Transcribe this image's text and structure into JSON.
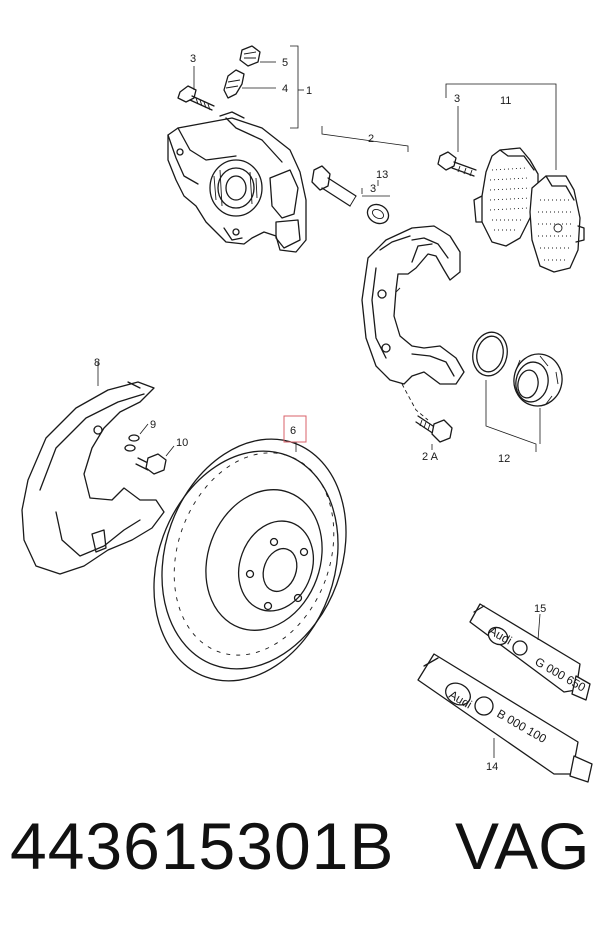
{
  "callouts": {
    "c1": "1",
    "c2": "2",
    "c2a": "2 A",
    "c3a": "3",
    "c3b": "3",
    "c3c": "3",
    "c4": "4",
    "c5": "5",
    "c6": "6",
    "c8": "8",
    "c9": "9",
    "c10": "10",
    "c11": "11",
    "c12": "12",
    "c13": "13",
    "c14": "14",
    "c15": "15"
  },
  "tubes": {
    "top_brand": "Audi",
    "top_code": "G 000 650",
    "bottom_brand": "Audi",
    "bottom_code": "B 000 100"
  },
  "footer": {
    "part_number": "443615301B",
    "brand": "VAG"
  },
  "colors": {
    "highlight": "#d9606a",
    "line": "#1a1a1a"
  }
}
